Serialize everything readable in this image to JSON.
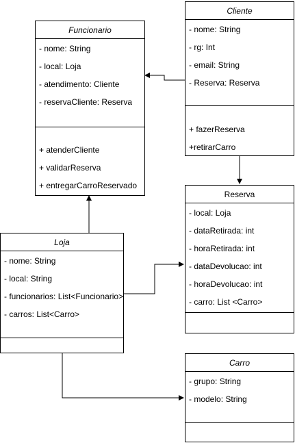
{
  "classes": {
    "funcionario": {
      "name": "Funcionario",
      "attributes": [
        "- nome: String",
        "- local: Loja",
        "- atendimento: Cliente",
        "- reservaCliente: Reserva"
      ],
      "methods": [
        "+ atenderCliente",
        "+ validarReserva",
        "+ entregarCarroReservado"
      ]
    },
    "cliente": {
      "name": "Cliente",
      "attributes": [
        "- nome: String",
        "- rg: Int",
        "- email: String",
        "- Reserva: Reserva"
      ],
      "methods": [
        "+ fazerReserva",
        "+retirarCarro"
      ]
    },
    "reserva": {
      "name": "Reserva",
      "attributes": [
        "- local: Loja",
        "- dataRetirada: int",
        "- horaRetirada: int",
        "- dataDevolucao: int",
        "- horaDevolucao: int",
        "- carro: List <Carro>"
      ],
      "methods": []
    },
    "loja": {
      "name": "Loja",
      "attributes": [
        "- nome: String",
        "- local: String",
        "- funcionarios: List<Funcionario>",
        "- carros: List<Carro>"
      ],
      "methods": []
    },
    "carro": {
      "name": "Carro",
      "attributes": [
        "- grupo: String",
        "- modelo: String"
      ],
      "methods": []
    }
  },
  "colors": {
    "line": "#000000",
    "background": "#ffffff"
  }
}
